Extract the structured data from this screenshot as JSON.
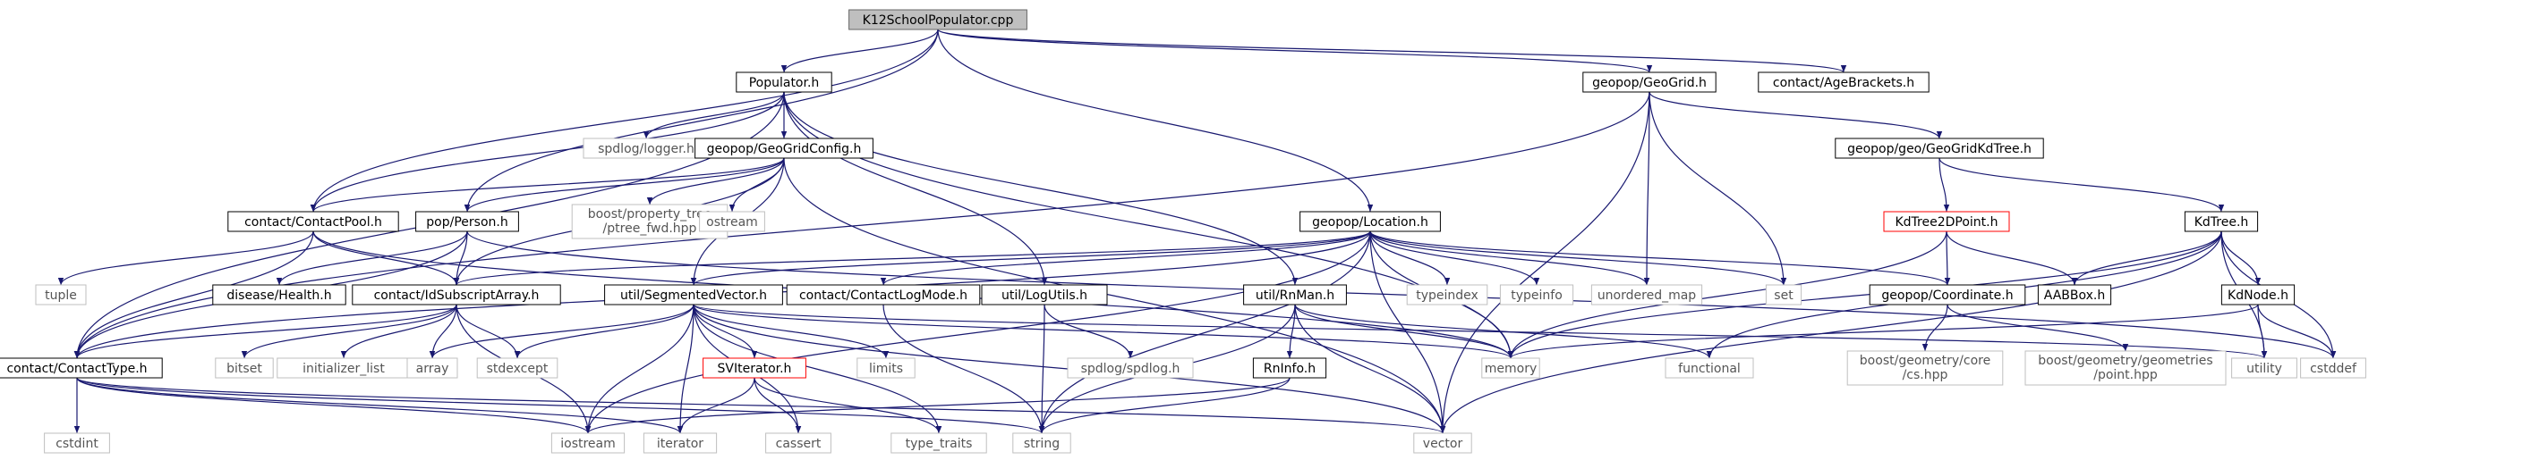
{
  "graph": {
    "colors": {
      "edge": "#191970",
      "root_fill": "#bfbfbf",
      "root_border": "#666666",
      "documented_border": "#000000",
      "undocumented_border": "#ff0000",
      "system_border": "#bfbfbf",
      "system_text": "#555555",
      "normal_text": "#000000"
    },
    "nodes": {
      "root": {
        "label": "K12SchoolPopulator.cpp",
        "style": "root"
      },
      "populator": {
        "label": "Populator.h",
        "style": "doc"
      },
      "geogrid": {
        "label": "geopop/GeoGrid.h",
        "style": "doc"
      },
      "agebrackets": {
        "label": "contact/AgeBrackets.h",
        "style": "doc"
      },
      "logger": {
        "label": "spdlog/logger.h",
        "style": "sys"
      },
      "geogridconfig": {
        "label": "geopop/GeoGridConfig.h",
        "style": "doc"
      },
      "contactpool": {
        "label": "contact/ContactPool.h",
        "style": "doc"
      },
      "person": {
        "label": "pop/Person.h",
        "style": "doc"
      },
      "ptree": {
        "label": "boost/property_tree\n/ptree_fwd.hpp",
        "style": "sys"
      },
      "ostream": {
        "label": "ostream",
        "style": "sys"
      },
      "location": {
        "label": "geopop/Location.h",
        "style": "doc"
      },
      "kdtreegrid": {
        "label": "geopop/geo/GeoGridKdTree.h",
        "style": "doc"
      },
      "kdtree2d": {
        "label": "KdTree2DPoint.h",
        "style": "undoc"
      },
      "kdtree": {
        "label": "KdTree.h",
        "style": "doc"
      },
      "tuple": {
        "label": "tuple",
        "style": "sys"
      },
      "health": {
        "label": "disease/Health.h",
        "style": "doc"
      },
      "idsubscript": {
        "label": "contact/IdSubscriptArray.h",
        "style": "doc"
      },
      "segvec": {
        "label": "util/SegmentedVector.h",
        "style": "doc"
      },
      "contactlogmode": {
        "label": "contact/ContactLogMode.h",
        "style": "doc"
      },
      "logutils": {
        "label": "util/LogUtils.h",
        "style": "doc"
      },
      "rnman": {
        "label": "util/RnMan.h",
        "style": "doc"
      },
      "typeindex": {
        "label": "typeindex",
        "style": "sys"
      },
      "typeinfo": {
        "label": "typeinfo",
        "style": "sys"
      },
      "unordered_map": {
        "label": "unordered_map",
        "style": "sys"
      },
      "set": {
        "label": "set",
        "style": "sys"
      },
      "coordinate": {
        "label": "geopop/Coordinate.h",
        "style": "doc"
      },
      "aabbox": {
        "label": "AABBox.h",
        "style": "doc"
      },
      "kdnode": {
        "label": "KdNode.h",
        "style": "doc"
      },
      "contacttype": {
        "label": "contact/ContactType.h",
        "style": "doc"
      },
      "bitset": {
        "label": "bitset",
        "style": "sys"
      },
      "initializer_list": {
        "label": "initializer_list",
        "style": "sys"
      },
      "array": {
        "label": "array",
        "style": "sys"
      },
      "stdexcept": {
        "label": "stdexcept",
        "style": "sys"
      },
      "svector": {
        "label": "SVIterator.h",
        "style": "undoc"
      },
      "limits": {
        "label": "limits",
        "style": "sys"
      },
      "spdlog": {
        "label": "spdlog/spdlog.h",
        "style": "sys"
      },
      "memory": {
        "label": "memory",
        "style": "sys"
      },
      "rninfo": {
        "label": "RnInfo.h",
        "style": "doc"
      },
      "functional": {
        "label": "functional",
        "style": "sys"
      },
      "boostcs": {
        "label": "boost/geometry/core\n/cs.hpp",
        "style": "sys"
      },
      "boostpoint": {
        "label": "boost/geometry/geometries\n/point.hpp",
        "style": "sys"
      },
      "utility": {
        "label": "utility",
        "style": "sys"
      },
      "cstddef": {
        "label": "cstddef",
        "style": "sys"
      },
      "cstdint": {
        "label": "cstdint",
        "style": "sys"
      },
      "iostream": {
        "label": "iostream",
        "style": "sys"
      },
      "iterator": {
        "label": "iterator",
        "style": "sys"
      },
      "cassert": {
        "label": "cassert",
        "style": "sys"
      },
      "type_traits": {
        "label": "type_traits",
        "style": "sys"
      },
      "string": {
        "label": "string",
        "style": "sys"
      },
      "vector": {
        "label": "vector",
        "style": "sys"
      }
    },
    "edges": [
      [
        "root",
        "populator"
      ],
      [
        "root",
        "geogrid"
      ],
      [
        "root",
        "agebrackets"
      ],
      [
        "root",
        "location"
      ],
      [
        "root",
        "contactpool"
      ],
      [
        "root",
        "person"
      ],
      [
        "populator",
        "logger"
      ],
      [
        "populator",
        "geogridconfig"
      ],
      [
        "populator",
        "contactpool"
      ],
      [
        "populator",
        "contacttype"
      ],
      [
        "populator",
        "logutils"
      ],
      [
        "populator",
        "rnman"
      ],
      [
        "populator",
        "memory"
      ],
      [
        "geogrid",
        "kdtreegrid"
      ],
      [
        "geogrid",
        "unordered_map"
      ],
      [
        "geogrid",
        "set"
      ],
      [
        "geogrid",
        "vector"
      ],
      [
        "geogrid",
        "contacttype"
      ],
      [
        "geogridconfig",
        "contactpool"
      ],
      [
        "geogridconfig",
        "person"
      ],
      [
        "geogridconfig",
        "ptree"
      ],
      [
        "geogridconfig",
        "ostream"
      ],
      [
        "geogridconfig",
        "idsubscript"
      ],
      [
        "geogridconfig",
        "segvec"
      ],
      [
        "geogridconfig",
        "vector"
      ],
      [
        "kdtreegrid",
        "kdtree2d"
      ],
      [
        "kdtreegrid",
        "kdtree"
      ],
      [
        "kdtree2d",
        "coordinate"
      ],
      [
        "kdtree2d",
        "aabbox"
      ],
      [
        "kdtree2d",
        "memory"
      ],
      [
        "kdtree",
        "aabbox"
      ],
      [
        "kdtree",
        "kdnode"
      ],
      [
        "kdtree",
        "functional"
      ],
      [
        "kdtree",
        "memory"
      ],
      [
        "kdtree",
        "utility"
      ],
      [
        "kdtree",
        "cstddef"
      ],
      [
        "kdtree",
        "vector"
      ],
      [
        "kdnode",
        "memory"
      ],
      [
        "kdnode",
        "utility"
      ],
      [
        "kdnode",
        "cstddef"
      ],
      [
        "contactpool",
        "contacttype"
      ],
      [
        "contactpool",
        "idsubscript"
      ],
      [
        "contactpool",
        "tuple"
      ],
      [
        "contactpool",
        "memory"
      ],
      [
        "person",
        "health"
      ],
      [
        "person",
        "contacttype"
      ],
      [
        "person",
        "idsubscript"
      ],
      [
        "person",
        "cstddef"
      ],
      [
        "location",
        "idsubscript"
      ],
      [
        "location",
        "segvec"
      ],
      [
        "location",
        "contactlogmode"
      ],
      [
        "location",
        "typeindex"
      ],
      [
        "location",
        "typeinfo"
      ],
      [
        "location",
        "unordered_map"
      ],
      [
        "location",
        "set"
      ],
      [
        "location",
        "coordinate"
      ],
      [
        "location",
        "memory"
      ],
      [
        "location",
        "iostream"
      ],
      [
        "location",
        "vector"
      ],
      [
        "location",
        "string"
      ],
      [
        "location",
        "contacttype"
      ],
      [
        "coordinate",
        "boostcs"
      ],
      [
        "coordinate",
        "boostpoint"
      ],
      [
        "idsubscript",
        "contacttype"
      ],
      [
        "idsubscript",
        "bitset"
      ],
      [
        "idsubscript",
        "initializer_list"
      ],
      [
        "idsubscript",
        "array"
      ],
      [
        "idsubscript",
        "stdexcept"
      ],
      [
        "idsubscript",
        "iostream"
      ],
      [
        "segvec",
        "array"
      ],
      [
        "segvec",
        "stdexcept"
      ],
      [
        "segvec",
        "svector"
      ],
      [
        "segvec",
        "limits"
      ],
      [
        "segvec",
        "iostream"
      ],
      [
        "segvec",
        "iterator"
      ],
      [
        "segvec",
        "cassert"
      ],
      [
        "segvec",
        "type_traits"
      ],
      [
        "segvec",
        "memory"
      ],
      [
        "segvec",
        "utility"
      ],
      [
        "segvec",
        "vector"
      ],
      [
        "svector",
        "iterator"
      ],
      [
        "svector",
        "cassert"
      ],
      [
        "svector",
        "type_traits"
      ],
      [
        "logutils",
        "spdlog"
      ],
      [
        "logutils",
        "string"
      ],
      [
        "rnman",
        "rninfo"
      ],
      [
        "rnman",
        "functional"
      ],
      [
        "rnman",
        "memory"
      ],
      [
        "rnman",
        "vector"
      ],
      [
        "rnman",
        "string"
      ],
      [
        "rninfo",
        "string"
      ],
      [
        "rninfo",
        "iostream"
      ],
      [
        "contactlogmode",
        "string"
      ],
      [
        "contacttype",
        "cstdint"
      ],
      [
        "contacttype",
        "iostream"
      ],
      [
        "contacttype",
        "iterator"
      ],
      [
        "contacttype",
        "string"
      ],
      [
        "contacttype",
        "vector"
      ]
    ]
  }
}
